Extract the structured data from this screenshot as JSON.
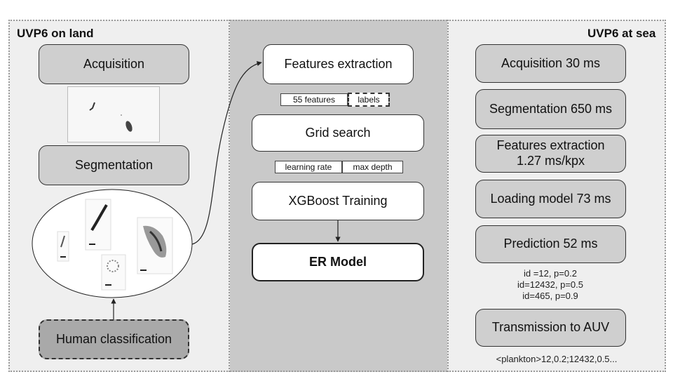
{
  "land": {
    "title": "UVP6 on land",
    "acquisition": "Acquisition",
    "segmentation": "Segmentation",
    "human_classification": "Human classification"
  },
  "training": {
    "features_extraction": "Features extraction",
    "tag_features": "55 features",
    "tag_labels": "labels",
    "grid_search": "Grid search",
    "tag_learning_rate": "learning rate",
    "tag_max_depth": "max depth",
    "xgboost": "XGBoost Training",
    "er_model": "ER Model"
  },
  "sea": {
    "title": "UVP6 at sea",
    "acquisition": "Acquisition 30 ms",
    "segmentation": "Segmentation 650 ms",
    "features_line1": "Features extraction",
    "features_line2": "1.27 ms/kpx",
    "loading": "Loading model 73 ms",
    "prediction": "Prediction 52 ms",
    "predictions": [
      "id =12,  p=0.2",
      "id=12432,  p=0.5",
      "id=465,  p=0.9"
    ],
    "transmission": "Transmission to AUV",
    "message": "<plankton>12,0.2;12432,0.5..."
  },
  "colors": {
    "panel_light": "#efefef",
    "panel_mid": "#c9c9c9",
    "box_gray": "#cfcfcf",
    "box_dark": "#a9a9a9"
  }
}
